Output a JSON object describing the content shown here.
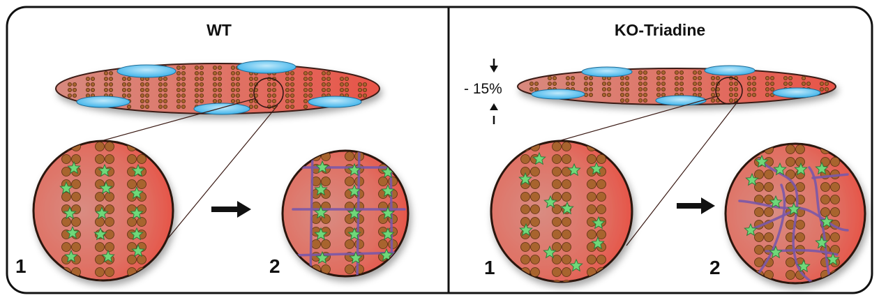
{
  "panels": [
    {
      "title": "WT",
      "steps": [
        "1",
        "2"
      ],
      "colors": {
        "fiber": "#e0685c",
        "nucleus": "#5cc3ef",
        "dot": "#a8642e",
        "star": "#6fd87a",
        "network": "#7a58a8"
      }
    },
    {
      "title": "KO-Triadine",
      "steps": [
        "1",
        "2"
      ],
      "thickness_change": "- 15%",
      "colors": {
        "fiber": "#e0685c",
        "nucleus": "#5cc3ef",
        "dot": "#a8642e",
        "star": "#6fd87a",
        "network": "#7a58a8"
      }
    }
  ],
  "icons": [
    "right-arrow-icon",
    "down-arrow-icon",
    "up-arrow-icon"
  ]
}
